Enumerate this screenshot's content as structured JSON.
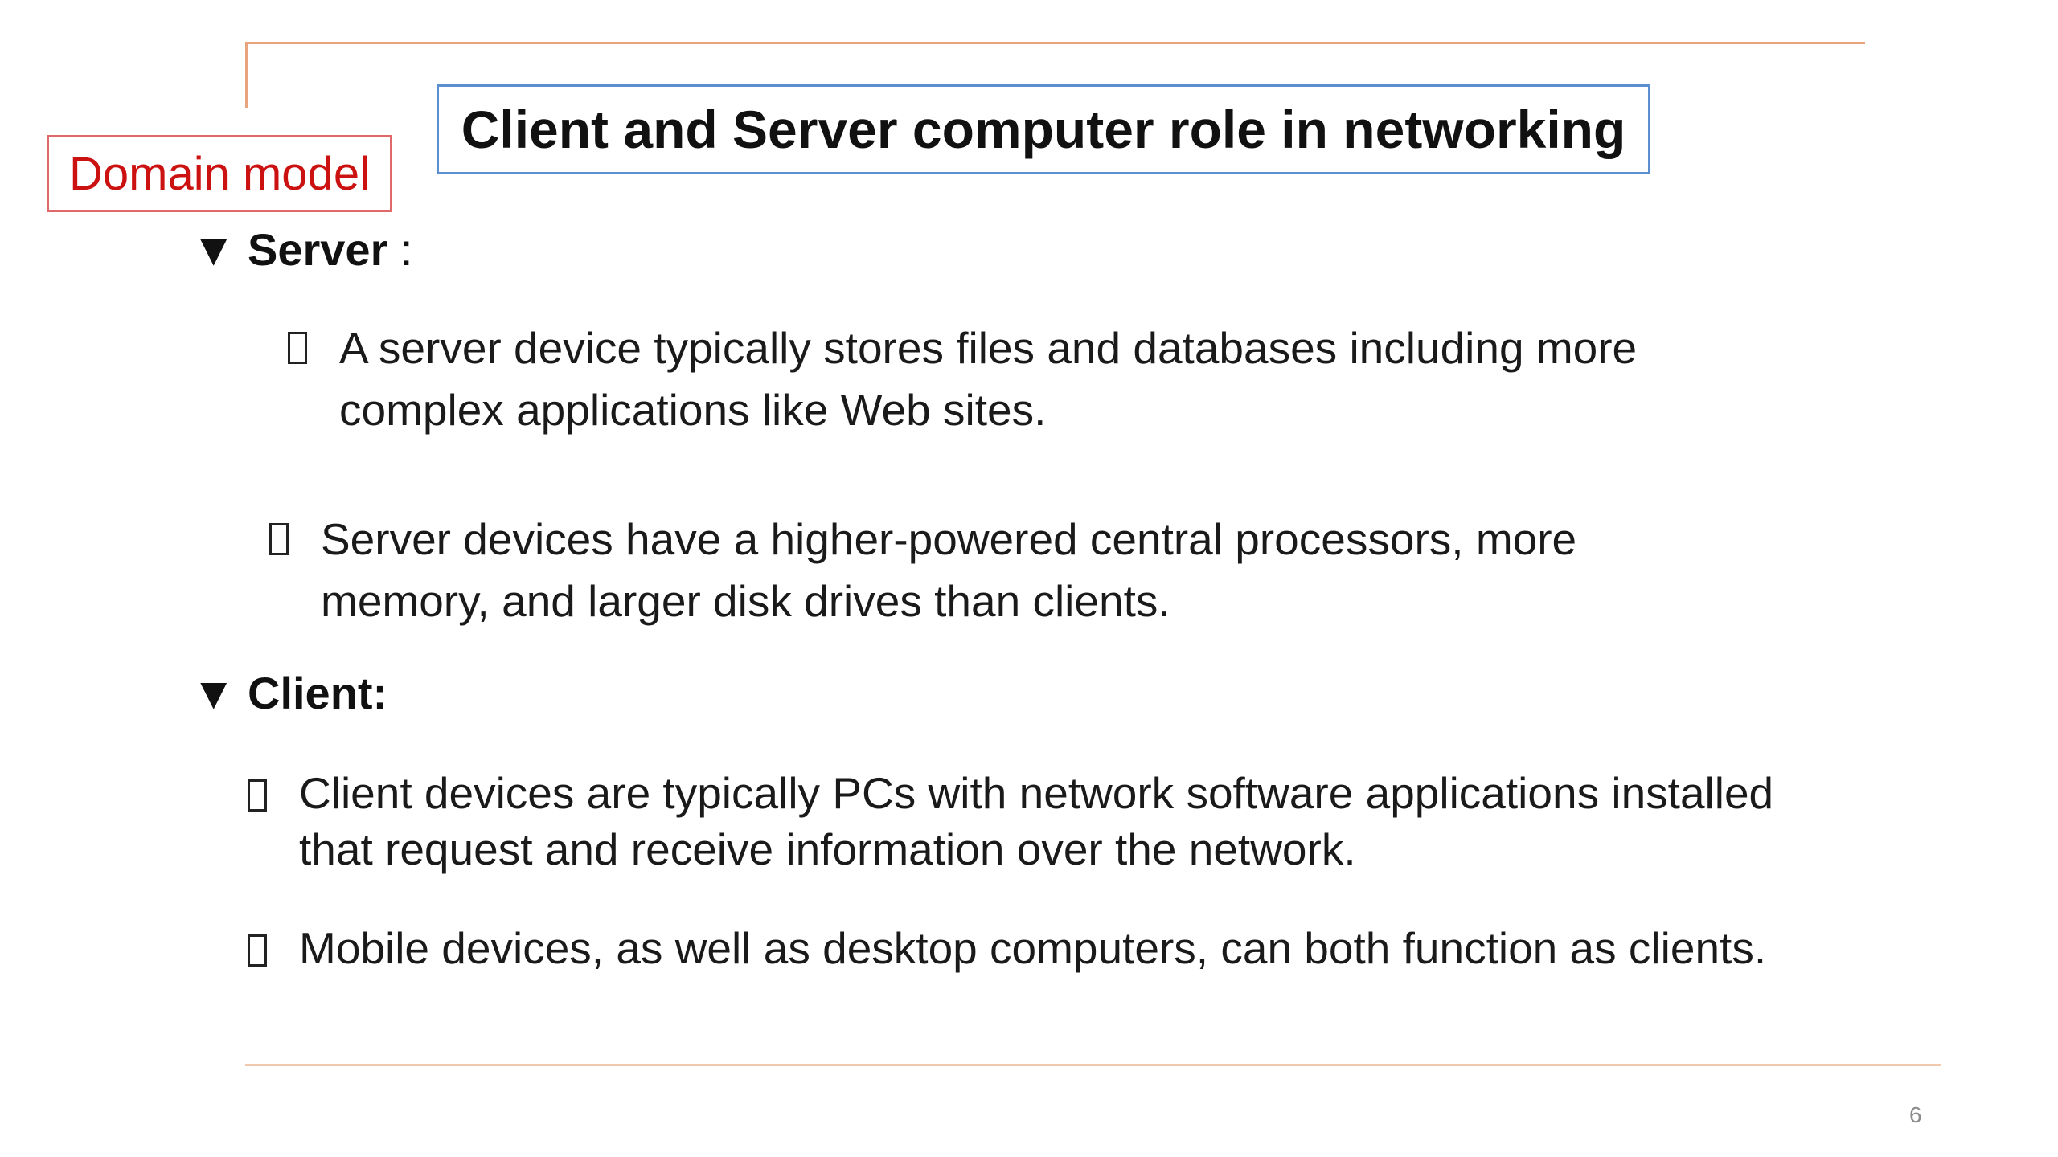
{
  "slide": {
    "tag": "Domain model",
    "title": "Client and Server computer role in networking",
    "page_number": "6"
  },
  "sections": [
    {
      "heading": "Server",
      "heading_suffix": " :",
      "marker": "▼",
      "bullets": [
        "A server device typically stores files and databases including more complex applications like Web sites.",
        "Server devices have a higher-powered central processors, more memory, and larger disk drives than clients."
      ]
    },
    {
      "heading": "Client:",
      "heading_suffix": "",
      "marker": "▼",
      "bullets": [
        "Client devices are typically PCs with network software applications installed that request and receive information over the network.",
        "Mobile devices, as well as desktop computers, can both function as clients."
      ]
    }
  ],
  "colors": {
    "accent_rule": "#e8a47c",
    "tag_red": "#cc1111",
    "title_border_blue": "#5b8fd0"
  }
}
